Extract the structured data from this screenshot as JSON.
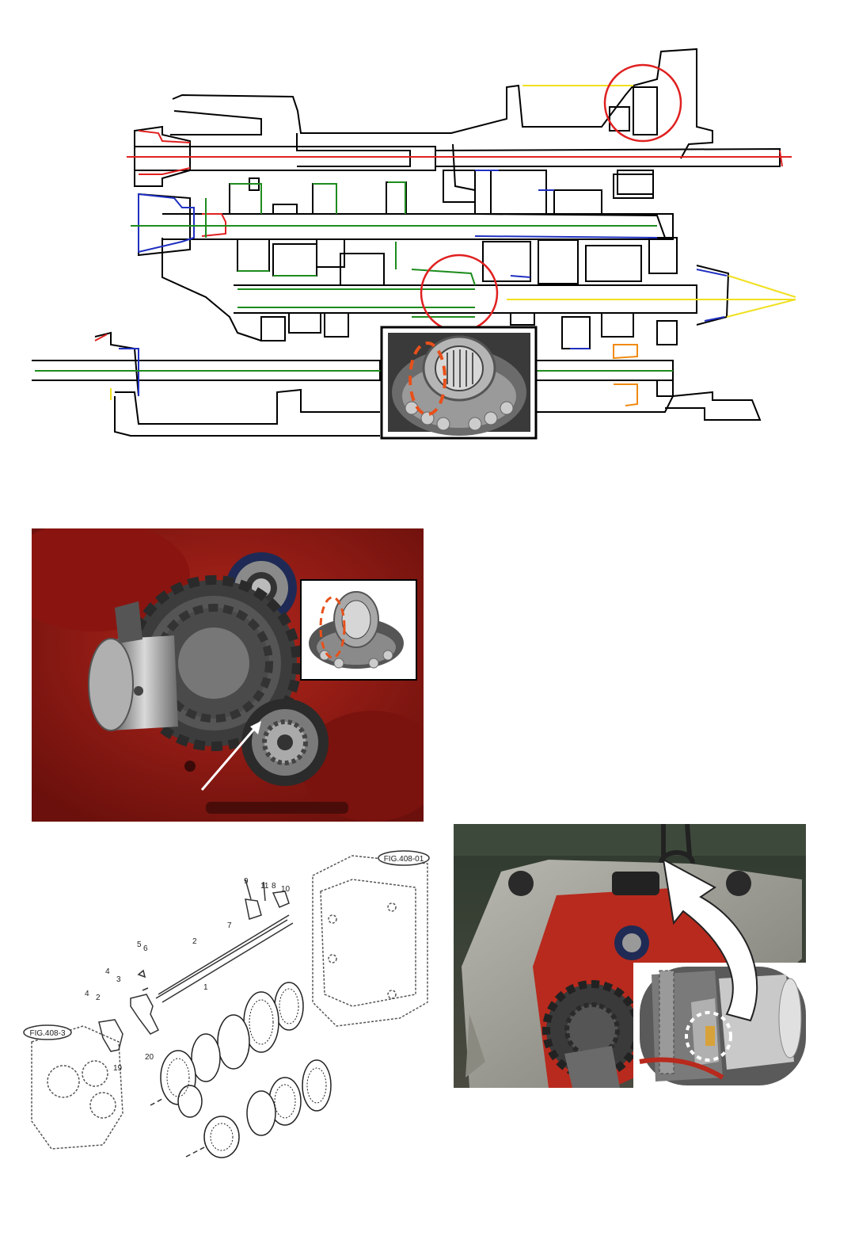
{
  "diagram_top": {
    "caption": ""
  },
  "photo_gear": {
    "caption": ""
  },
  "exploded": {
    "ref_top_right": "FIG.408-01",
    "ref_left": "FIG.408-3",
    "callouts": [
      "9",
      "11",
      "8",
      "10",
      "7",
      "2",
      "5",
      "6",
      "4",
      "3",
      "4",
      "2",
      "1",
      "20",
      "19"
    ]
  },
  "photo_cover": {
    "caption": ""
  },
  "colors": {
    "red": "#e02020",
    "green": "#1e8c1e",
    "blue": "#2030c0",
    "yellow": "#f0e020",
    "orange": "#f08a10",
    "casing": "#9a1b14"
  }
}
